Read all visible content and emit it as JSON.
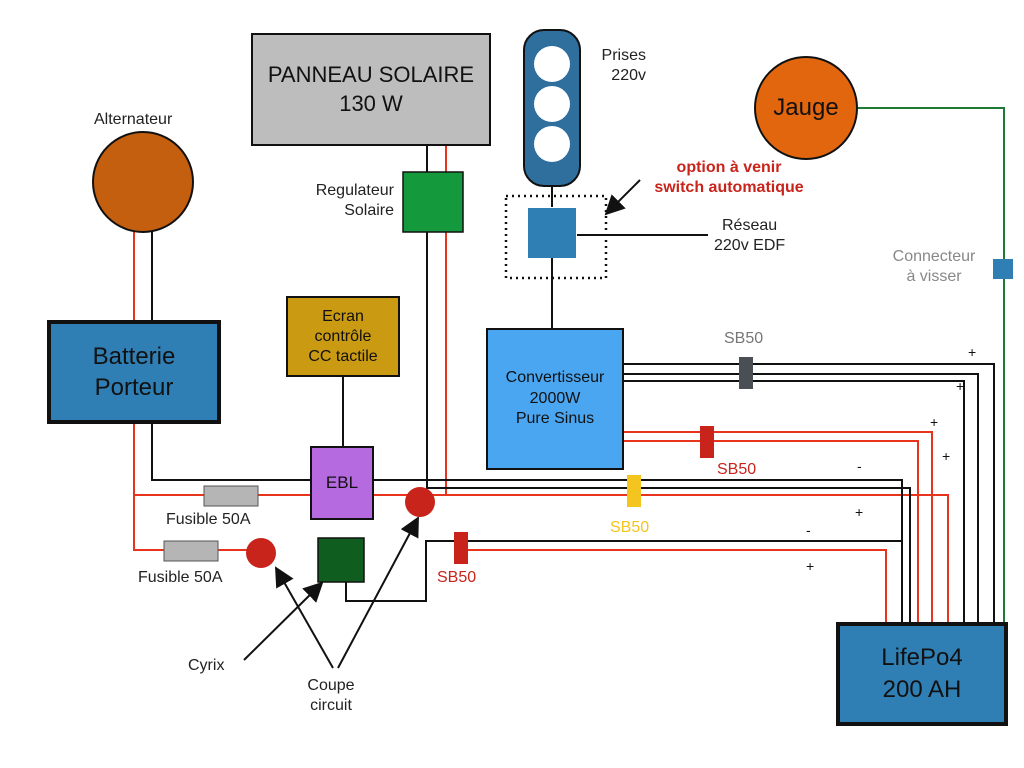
{
  "colors": {
    "red_wire": "#e8341c",
    "black_wire": "#111111",
    "green_wire": "#1e7a35",
    "gray_box": "#bdbdbd",
    "battery_blue": "#2f7fb5",
    "converter_blue": "#4aa6f0",
    "ebl_purple": "#b56ae0",
    "screen_gold": "#c99a12",
    "regulator_green": "#149a3c",
    "cutoff_green": "#0f5e20",
    "alternator_orange": "#c45f10",
    "gauge_orange": "#e2660e",
    "option_red": "#c8241c",
    "sb50_gray": "#4a4f55",
    "sb50_red": "#c8241c",
    "sb50_yellow": "#f3c51e",
    "fuse_gray": "#b5b5b5",
    "socket_blue": "#2e6f9e"
  },
  "nodes": {
    "solar_panel": "PANNEAU SOLAIRE\n130 W",
    "battery": "Batterie\nPorteur",
    "screen": "Ecran\ncontrôle\nCC tactile",
    "ebl": "EBL",
    "converter": "Convertisseur\n2000W\nPure Sinus",
    "lifepo4": "LifePo4\n200 AH",
    "gauge": "Jauge"
  },
  "labels": {
    "alternator": "Alternateur",
    "regulator": "Regulateur\nSolaire",
    "sockets": "Prises\n220v",
    "option": "option à venir\nswitch automatique",
    "network": "Réseau\n220v EDF",
    "connector": "Connecteur\nà visser",
    "sb50_gray": "SB50",
    "sb50_red_top": "SB50",
    "sb50_yellow": "SB50",
    "sb50_red_bottom": "SB50",
    "fuse_top": "Fusible 50A",
    "fuse_bottom": "Fusible 50A",
    "cyrix": "Cyrix",
    "cutoff": "Coupe\ncircuit"
  },
  "signs": {
    "s1": "+",
    "s2": "+",
    "s3": "+",
    "s4": "+",
    "s5": "-",
    "s6": "+",
    "s7": "-",
    "s8": "+"
  }
}
